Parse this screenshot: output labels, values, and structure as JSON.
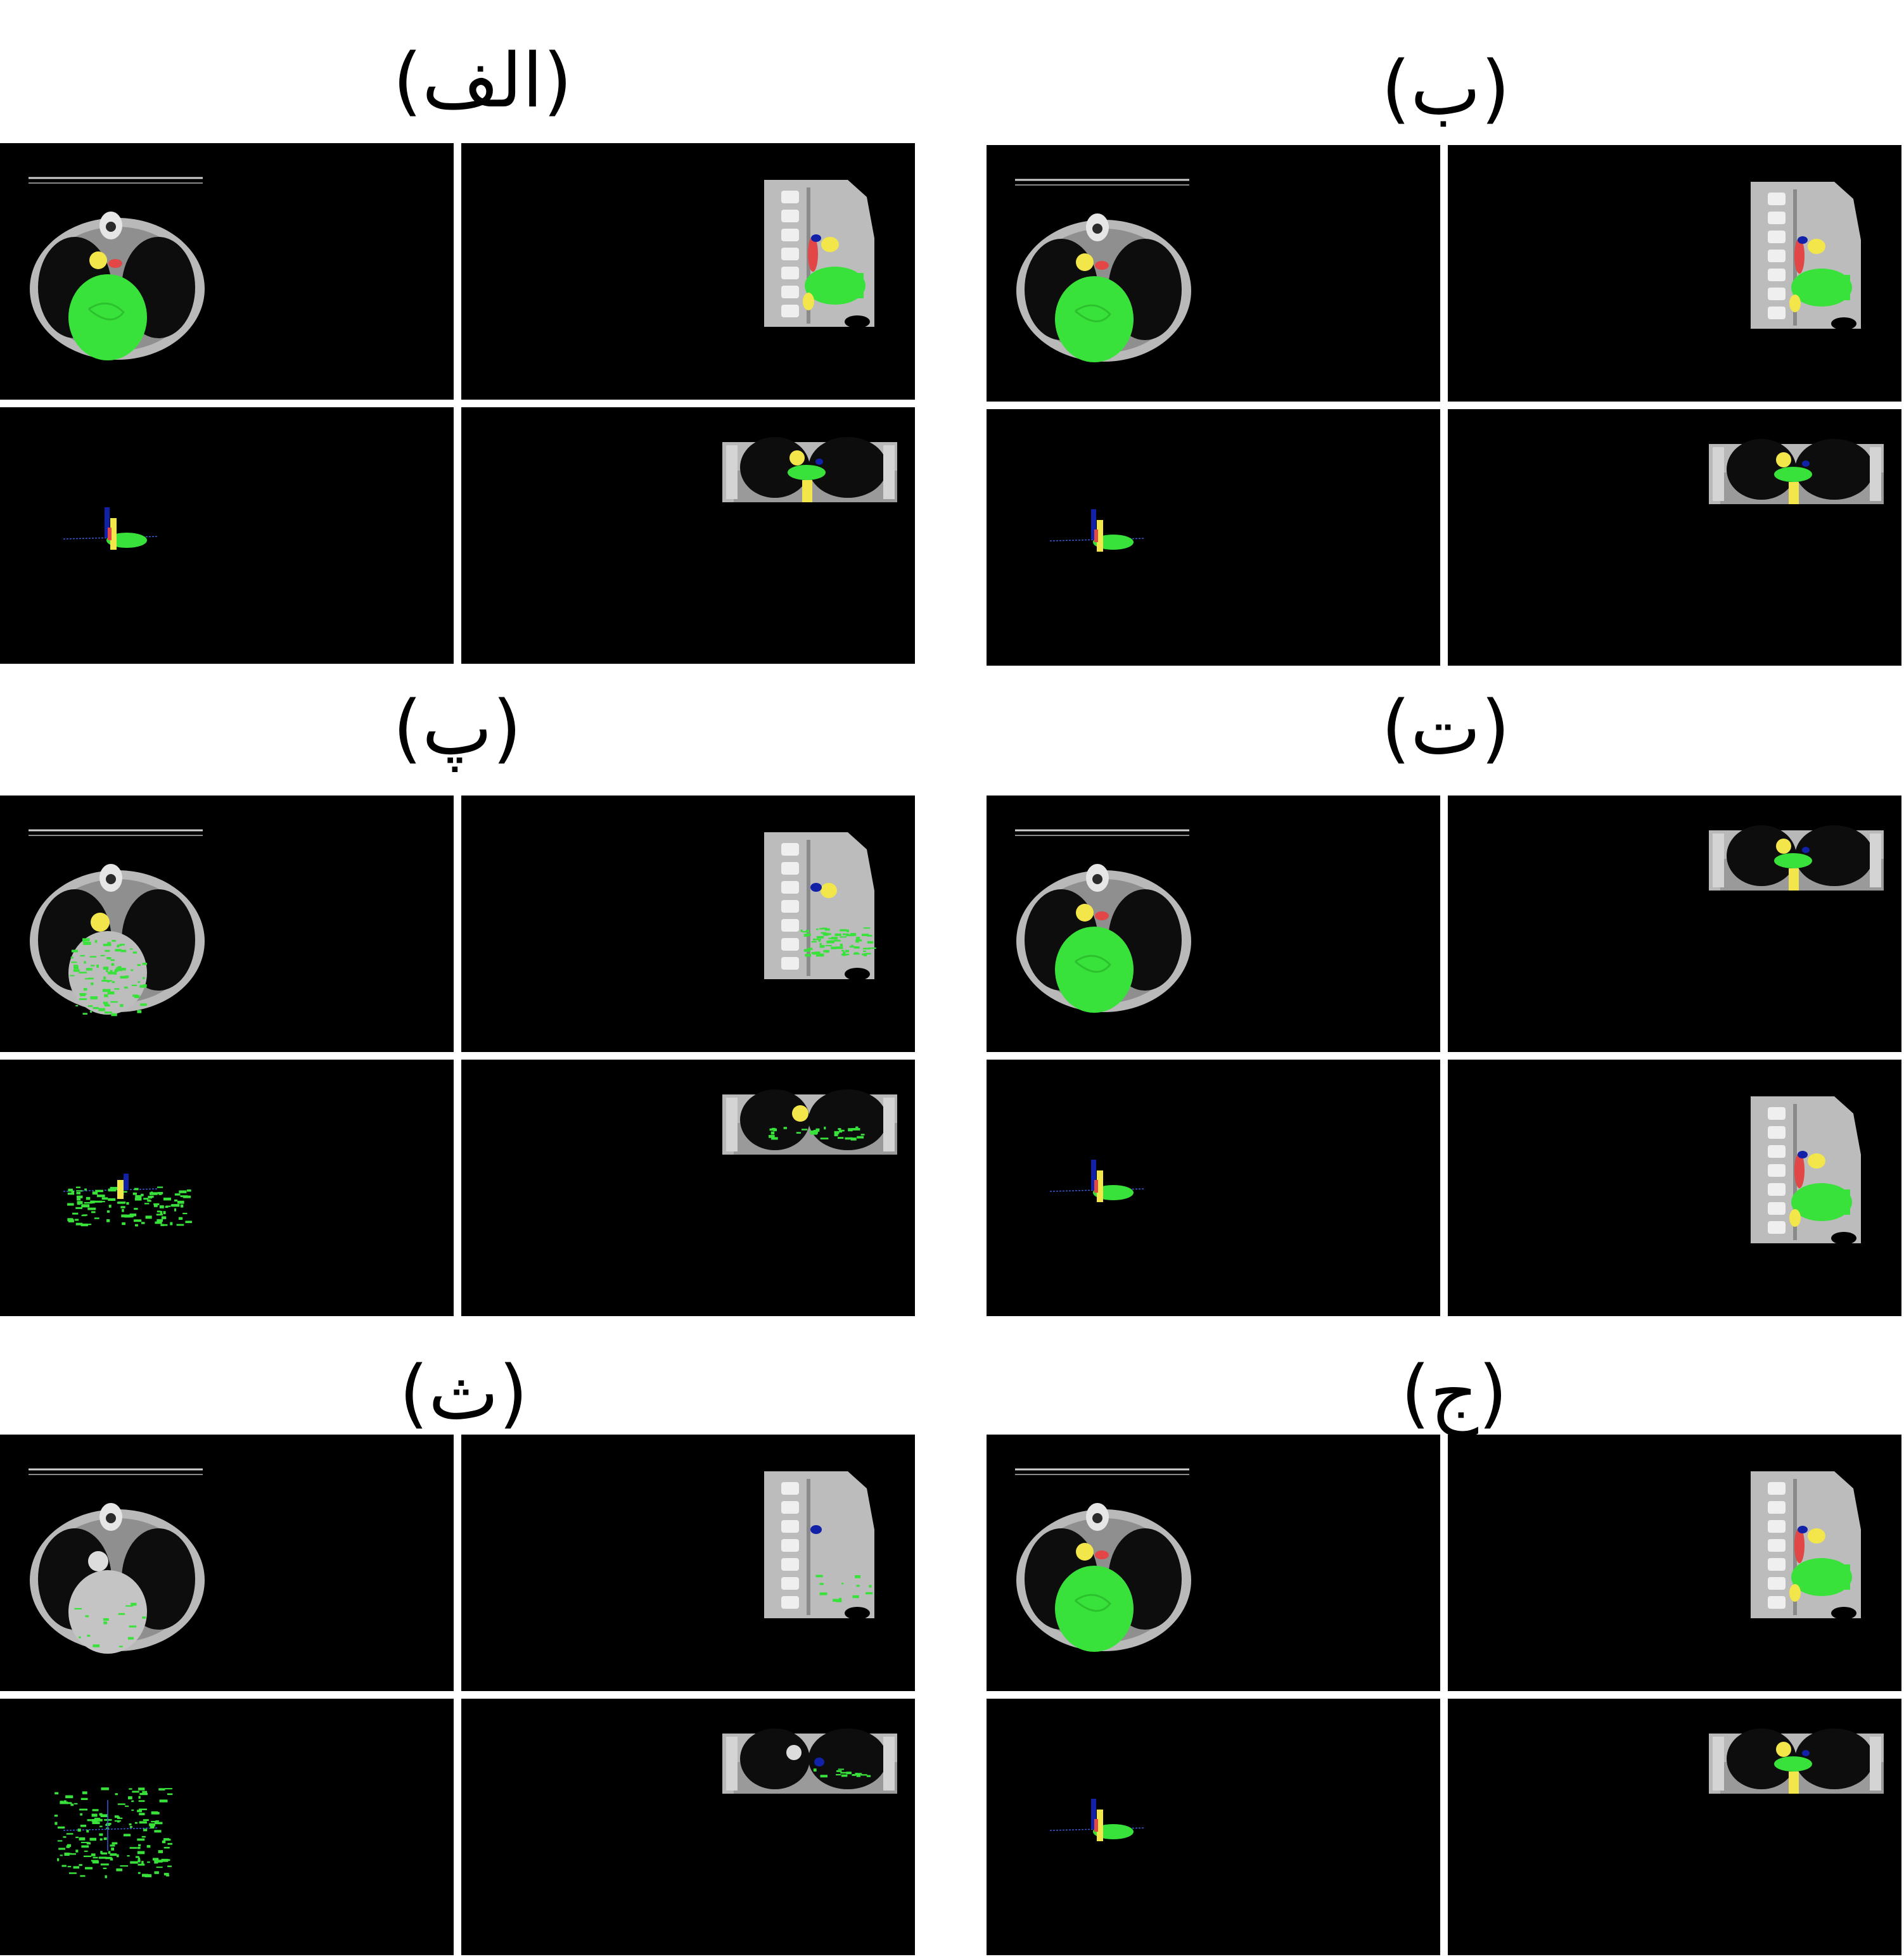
{
  "figure": {
    "panels": [
      {
        "label": "(الف)",
        "variant": "full"
      },
      {
        "label": "(ب)",
        "variant": "full"
      },
      {
        "label": "(پ)",
        "variant": "sparse"
      },
      {
        "label": "(ت)",
        "variant": "swapped"
      },
      {
        "label": "(ث)",
        "variant": "sparse2"
      },
      {
        "label": "(ج)",
        "variant": "full"
      }
    ]
  },
  "colors": {
    "heart": "#39e23a",
    "aorta": "#f2e64a",
    "pulmonary": "#e24646",
    "vena_cava": "#1122a8",
    "background": "#000000"
  }
}
